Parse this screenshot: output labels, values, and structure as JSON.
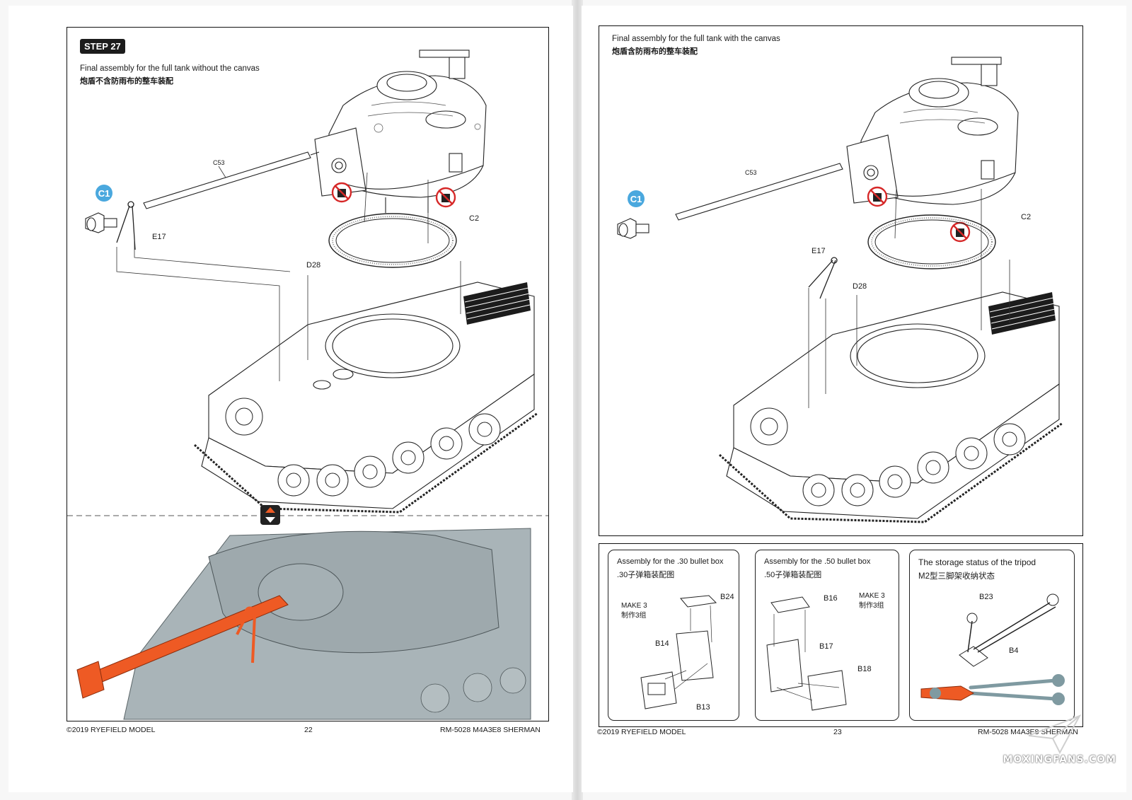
{
  "left_page": {
    "step_label": "STEP 27",
    "caption_en": "Final assembly for the full tank without the canvas",
    "caption_zh": "炮盾不含防雨布的整车装配",
    "parts": {
      "c53": "C53",
      "c1": "C1",
      "e17": "E17",
      "c2": "C2",
      "d28": "D28"
    },
    "footer": {
      "copyright": "©2019 RYEFIELD MODEL",
      "page_number": "22",
      "product": "RM-5028 M4A3E8 SHERMAN"
    }
  },
  "right_page": {
    "caption_en": "Final assembly for the full tank with the canvas",
    "caption_zh": "炮盾含防雨布的整车装配",
    "parts": {
      "c53": "C53",
      "c1": "C1",
      "c2": "C2",
      "e17": "E17",
      "d28": "D28"
    },
    "box30": {
      "title_en": "Assembly for the .30 bullet box",
      "title_zh": ".30子弹箱装配图",
      "make_en": "MAKE 3",
      "make_zh": "制作3组",
      "parts": [
        "B24",
        "B14",
        "B13"
      ]
    },
    "box50": {
      "title_en": "Assembly for the .50 bullet box",
      "title_zh": ".50子弹箱装配图",
      "make_en": "MAKE 3",
      "make_zh": "制作3组",
      "parts": [
        "B16",
        "B17",
        "B18"
      ]
    },
    "tripod": {
      "title_en": "The storage status of the tripod",
      "title_zh": "M2型三脚架收纳状态",
      "parts": [
        "B23",
        "B4"
      ]
    },
    "footer": {
      "copyright": "©2019 RYEFIELD MODEL",
      "page_number": "23",
      "product": "RM-5028 M4A3E8 SHERMAN"
    }
  },
  "watermark": "MOXINGFANS.COM",
  "colors": {
    "highlight": "#ee5a24",
    "preview_fill": "#a9b4b8",
    "callout_bubble": "#4aa8de",
    "no_glue": "#d62828"
  },
  "icons": [
    "no-glue-icon",
    "swap-view-icon",
    "part-callout-bubble"
  ]
}
